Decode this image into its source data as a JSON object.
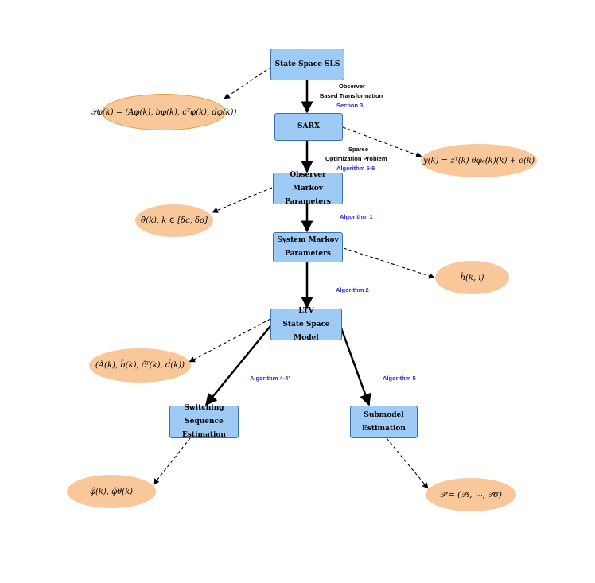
{
  "boxes": {
    "state_space_sls": {
      "label": "State Space SLS"
    },
    "sarx": {
      "label": "SARX"
    },
    "observer_markov": {
      "line1": "Observer Markov",
      "line2": "Parameters"
    },
    "system_markov": {
      "line1": "System Markov",
      "line2": "Parameters"
    },
    "ltv": {
      "line1": "LTV",
      "line2": "State Space Model"
    },
    "switching_sequence": {
      "line1": "Switching Sequence",
      "line2": "Estimation"
    },
    "submodel": {
      "label": "Submodel Estimation"
    }
  },
  "ovals": {
    "sls_params": "𝒫φ(k) = (Aφ(k), bφ(k), cᵀφ(k), dφ(k))",
    "sarx_eq": "y(k) = zᵀ(k) θφ₀(k)(k) + e(k)",
    "theta_hat": "θ̂(k), k ∈ [δc, δo]",
    "h_hat": "ĥ(k, i)",
    "ltv_params": "(Â(k), b̂(k), ĉᵀ(k), d̂(k))",
    "phi_hat": "φ̂(k), φ̂θ(k)",
    "p_hat": "𝒫̂ = (𝒫̂₁, ⋯, 𝒫̂σ)"
  },
  "labels": {
    "observer_line1": "Observer",
    "observer_line2": "Based Transformation",
    "section3": "Section 3",
    "sparse_line1": "Sparse",
    "sparse_line2": "Optimization Problem",
    "alg56": "Algorithm 5-6",
    "alg1": "Algorithm 1",
    "alg2": "Algorithm 2",
    "alg44": "Algorithm 4-4'",
    "alg5": "Algorithm 5"
  },
  "colors": {
    "box_fill": "#9ecbf5",
    "oval_fill": "#f8c89a",
    "algorithm_text": "#2a2ad6"
  }
}
